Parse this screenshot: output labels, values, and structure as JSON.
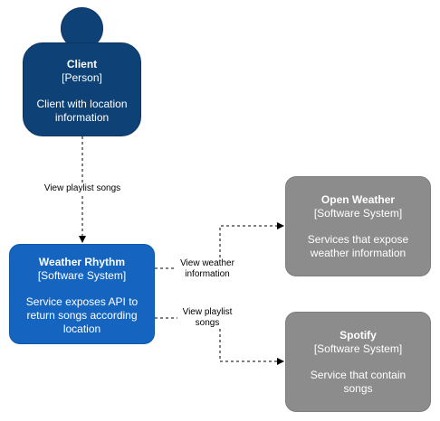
{
  "nodes": {
    "client": {
      "name": "Client",
      "kind": "[Person]",
      "desc_line1": "Client with location",
      "desc_line2": "information"
    },
    "weather_rhythm": {
      "name": "Weather Rhythm",
      "kind": "[Software System]",
      "desc_line1": "Service exposes API to",
      "desc_line2": "return songs according",
      "desc_line3": "location"
    },
    "open_weather": {
      "name": "Open Weather",
      "kind": "[Software System]",
      "desc_line1": "Services that expose",
      "desc_line2": "weather information"
    },
    "spotify": {
      "name": "Spotify",
      "kind": "[Software System]",
      "desc_line1": "Service that contain",
      "desc_line2": "songs"
    }
  },
  "edges": {
    "client_to_rhythm": "View playlist songs",
    "rhythm_to_weather_line1": "View weather",
    "rhythm_to_weather_line2": "information",
    "rhythm_to_spotify_line1": "View playlist",
    "rhythm_to_spotify_line2": "songs"
  },
  "colors": {
    "person": "#0e4176",
    "internal_system": "#1565c0",
    "external_system": "#8c8c8c"
  }
}
